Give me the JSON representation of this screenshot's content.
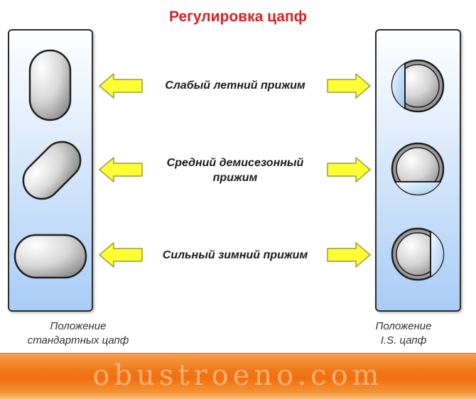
{
  "title": "Регулировка цапф",
  "rows": [
    {
      "label": "Слабый летний прижим"
    },
    {
      "label_line1": "Средний демисезонный",
      "label_line2": "прижим"
    },
    {
      "label": "Сильный зимний прижим"
    }
  ],
  "captions": {
    "left_line1": "Положение",
    "left_line2": "стандартных цапф",
    "right_line1": "Положение",
    "right_line2": "I.S. цапф"
  },
  "watermark": "obustroeno.com",
  "colors": {
    "title": "#d62024",
    "arrow_fill": "#ffff33",
    "arrow_stroke": "#9a9a40",
    "bar": "#f07a1a"
  }
}
